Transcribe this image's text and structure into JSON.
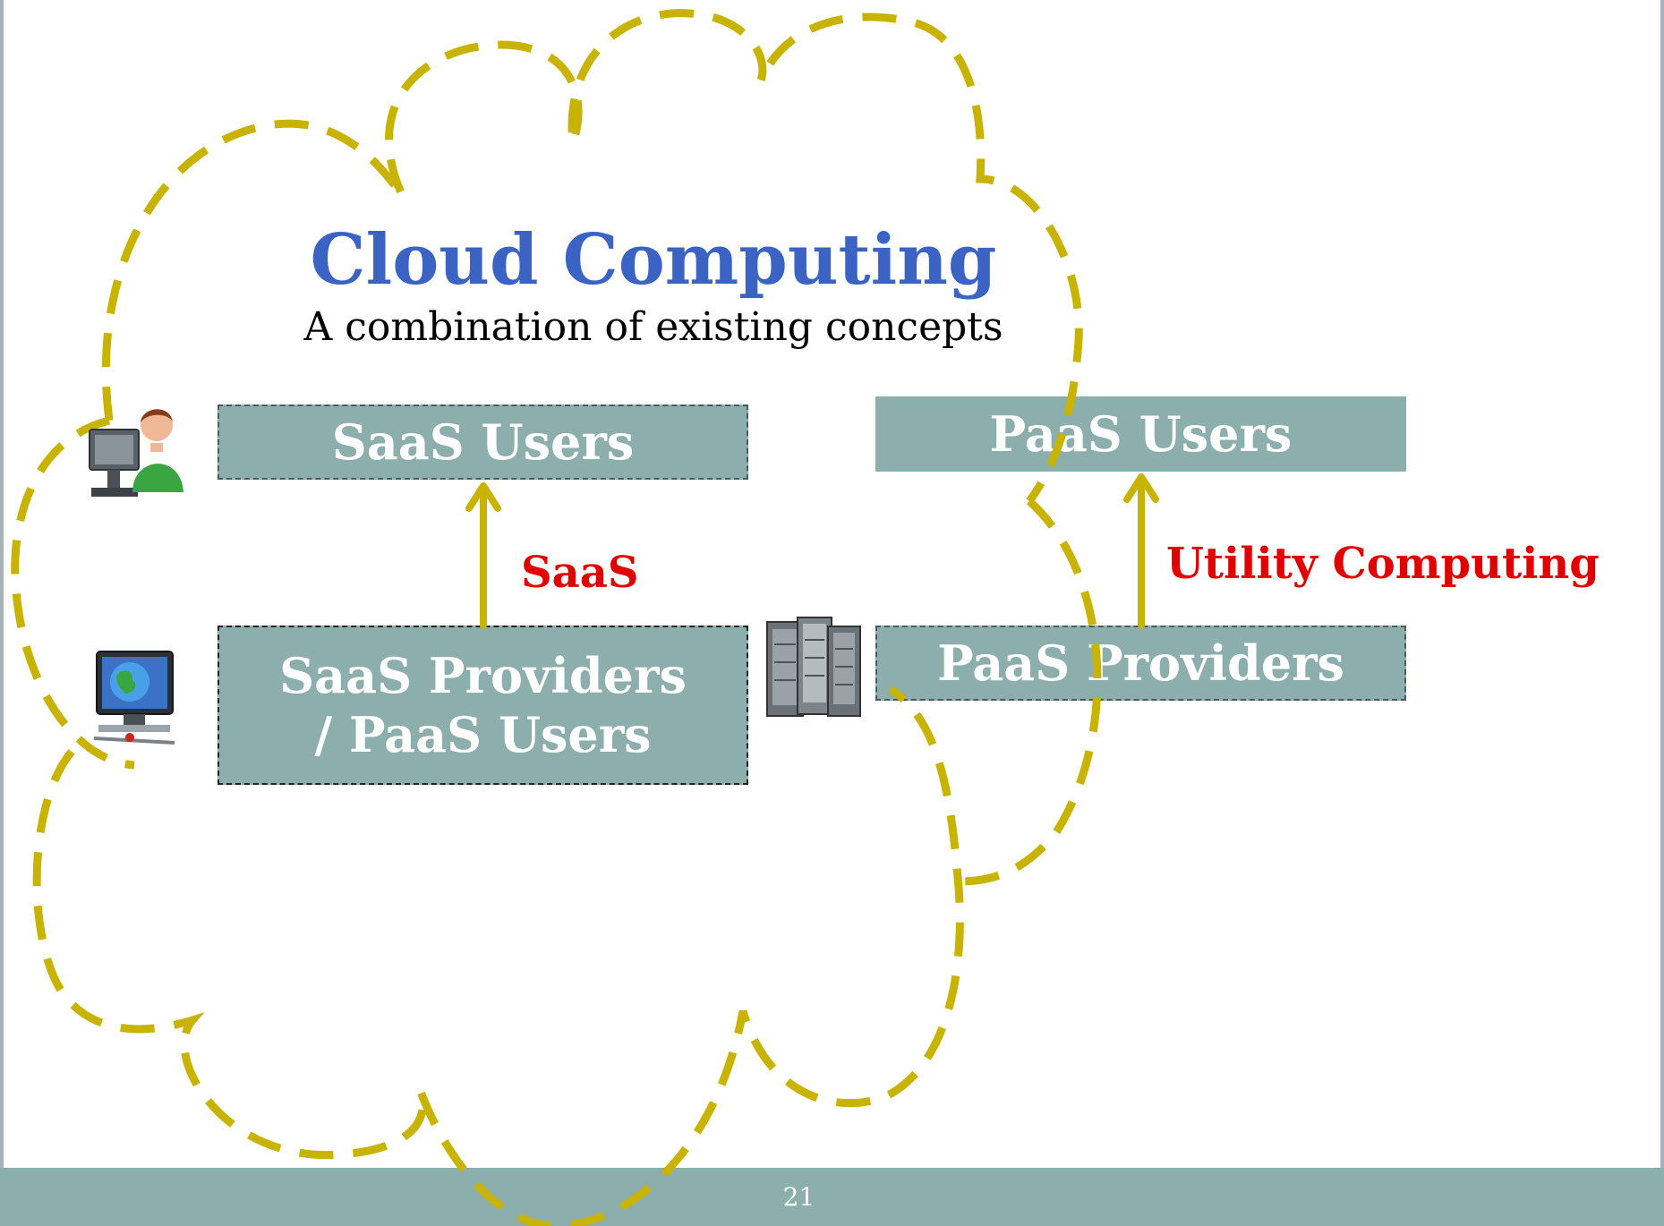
{
  "slide": {
    "title": "Cloud Computing",
    "subtitle": "A combination of existing concepts",
    "page_number": "21"
  },
  "boxes": {
    "saas_users": "SaaS Users",
    "paas_users": "PaaS Users",
    "saas_providers_line1": "SaaS Providers",
    "saas_providers_line2": "/ PaaS Users",
    "paas_providers": "PaaS Providers"
  },
  "relations": {
    "saas": "SaaS",
    "utility_computing": "Utility Computing"
  },
  "icons": {
    "user": "user-at-computer-icon",
    "web_client": "globe-monitor-icon",
    "servers": "server-rack-icon"
  },
  "colors": {
    "title": "#3a63c4",
    "box_fill": "#8caeac",
    "cloud_outline": "#c8b400",
    "relation_label": "#e00000",
    "arrow": "#c8b400"
  }
}
